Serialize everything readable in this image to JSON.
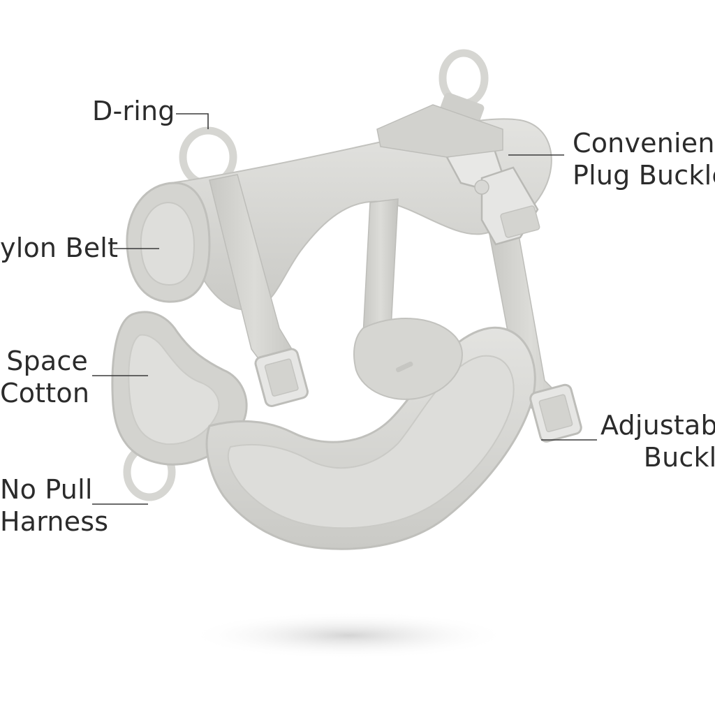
{
  "labels": {
    "d_ring": "D-ring",
    "nylon_belt": "ylon Belt",
    "space_cotton": [
      "Space",
      "Cotton"
    ],
    "no_pull_harness": [
      "No Pull",
      "Harness"
    ],
    "plug_buckle": [
      "Convenient",
      "Plug Buckle"
    ],
    "adjustable_buckle": [
      "Adjustable",
      "Buckle"
    ]
  },
  "colors": {
    "fabric": "#d9d9d6",
    "fabric_light": "#e6e6e3",
    "fabric_dark": "#bdbdb9",
    "strap": "#cfcfcb",
    "buckle": "#e4e4e2",
    "text": "#2b2b2b"
  }
}
